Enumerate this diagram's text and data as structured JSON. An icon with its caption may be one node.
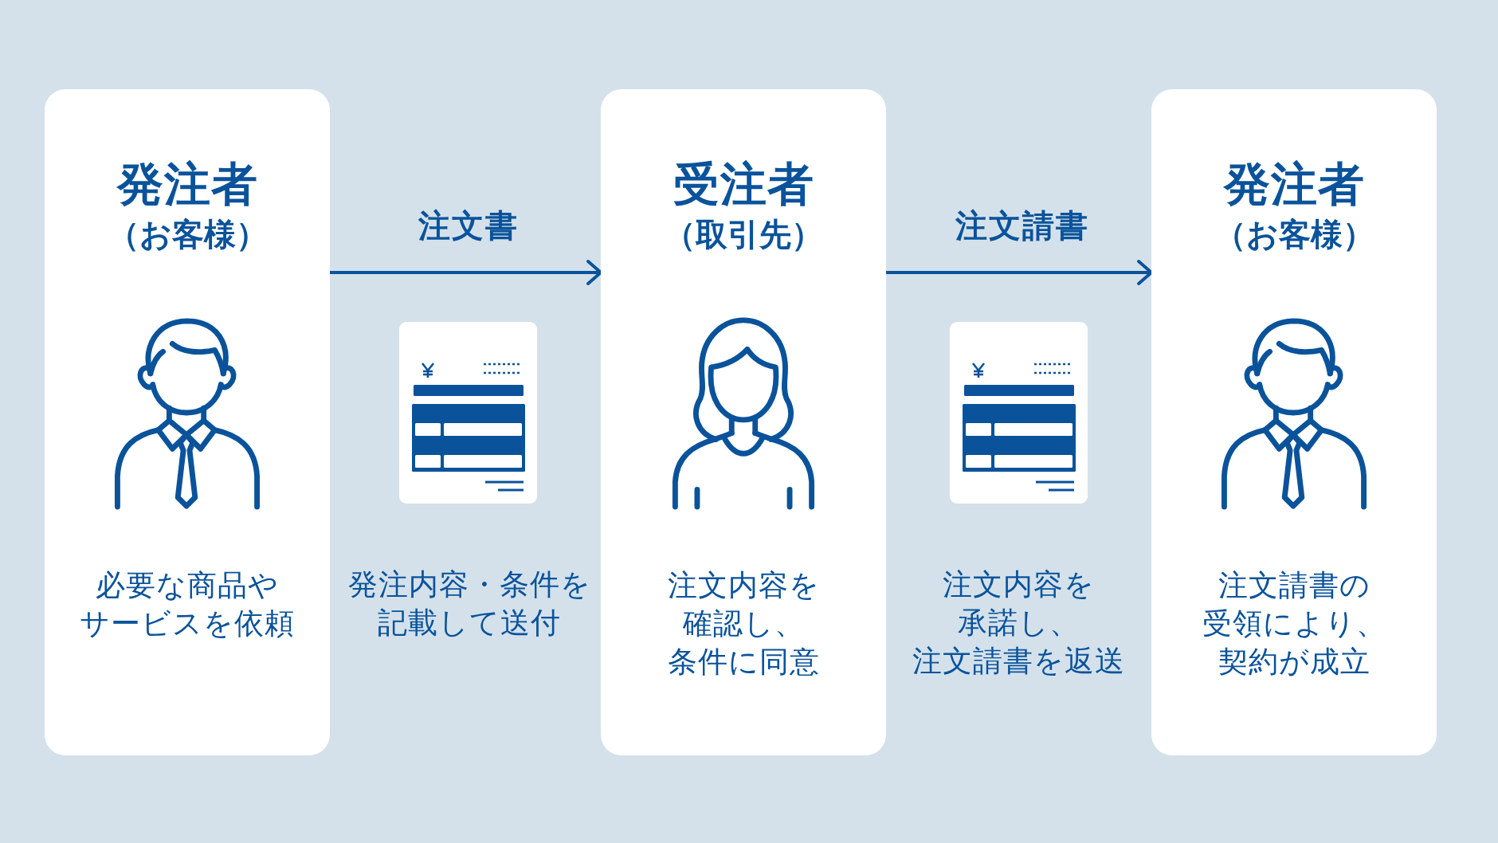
{
  "diagram": {
    "nodes": [
      {
        "text": [
          "発注者",
          "（お客様）",
          "必要な商品やサービスを依頼"
        ]
      },
      {
        "text": [
          "受注者",
          "（取引先）",
          "注文内容を確認し、条件に同意"
        ]
      },
      {
        "text": [
          "発注者",
          "（お客様）",
          "注文請書の受領により、契約が成立"
        ]
      }
    ],
    "edges": [
      {
        "from": 0,
        "to": 1,
        "arrow": "to",
        "label": "注文書"
      },
      {
        "from": 1,
        "to": 2,
        "arrow": "to",
        "label": "注文請書"
      }
    ],
    "labels": [
      "発注内容・条件を記載して送付",
      "注文内容を承諾し、注文請書を返送"
    ]
  }
}
